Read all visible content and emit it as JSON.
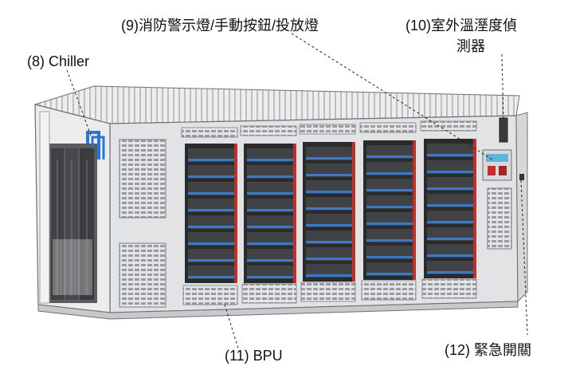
{
  "labels": {
    "chiller": "(8) Chiller",
    "warning": "(9)消防警示燈/手動按鈕/投放燈",
    "sensor_line1": "(10)室外溫溼度偵",
    "sensor_line2": "測器",
    "bpu": "(11) BPU",
    "emergency": "(12) 緊急開關"
  },
  "colors": {
    "frame": "#e8e9ea",
    "panel": "#dedfe1",
    "rack_dark": "#2b2b2b",
    "module_accent": "#3a78c8",
    "chiller_pipe": "#2a76d2",
    "warning_red": "#c0302b"
  },
  "counts": {
    "rack_columns": 5,
    "modules_per_column": 8
  }
}
